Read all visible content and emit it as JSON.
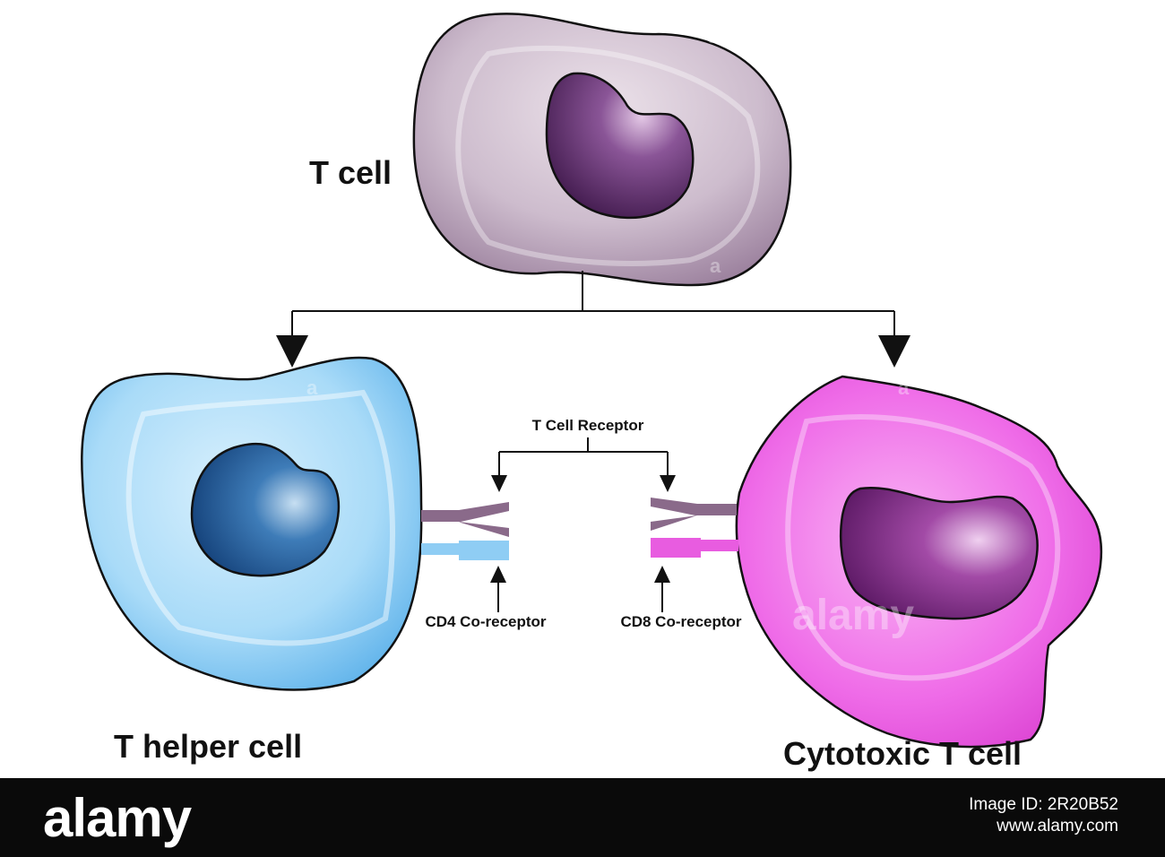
{
  "labels": {
    "t_cell": "T cell",
    "t_helper_cell": "T helper cell",
    "cytotoxic_t_cell": "Cytotoxic T cell",
    "t_cell_receptor": "T Cell Receptor",
    "cd4_coreceptor": "CD4 Co-receptor",
    "cd8_coreceptor": "CD8 Co-receptor"
  },
  "watermark": {
    "text": "alamy",
    "small_mark": "a"
  },
  "footer": {
    "logo": "alamy",
    "image_id": "Image ID: 2R20B52",
    "url": "www.alamy.com"
  },
  "colors": {
    "t_cell_body": "#c9b6c9",
    "t_cell_nucleus": "#5b2a66",
    "helper_body": "#9fd3f5",
    "helper_nucleus": "#1e5a9a",
    "cytotoxic_body": "#ee5fe6",
    "cytotoxic_nucleus": "#7a2a82",
    "receptor": "#8a6a8a",
    "cd4": "#8fcdf4",
    "cd8": "#e85ce0",
    "footer_bg": "#0a0a0a"
  }
}
